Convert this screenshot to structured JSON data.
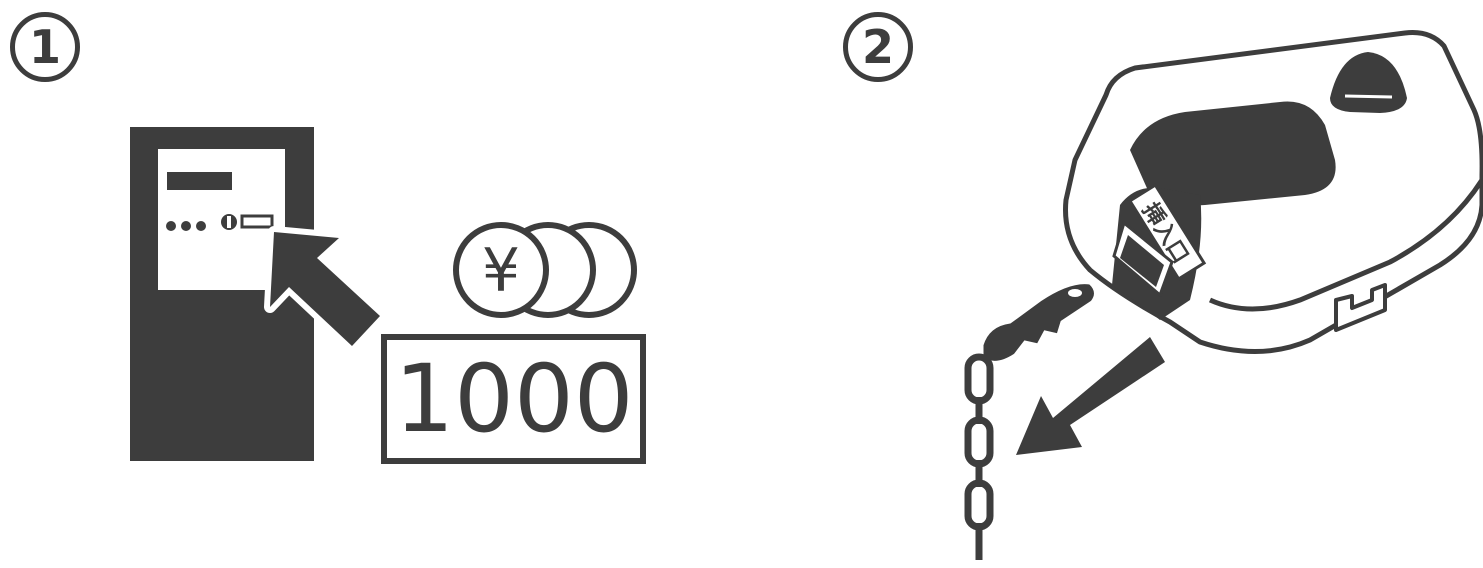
{
  "steps": [
    {
      "number": "1",
      "amount_label": "1000",
      "currency_symbol": "¥"
    },
    {
      "number": "2",
      "slot_label": "挿入口"
    }
  ],
  "colors": {
    "ink": "#3d3d3d",
    "paper": "#ffffff"
  },
  "icons": [
    "payment-machine-icon",
    "insert-arrow-icon",
    "yen-coins-icon",
    "ticket-icon",
    "coin-box-icon",
    "key-with-chain-icon",
    "remove-arrow-icon"
  ]
}
